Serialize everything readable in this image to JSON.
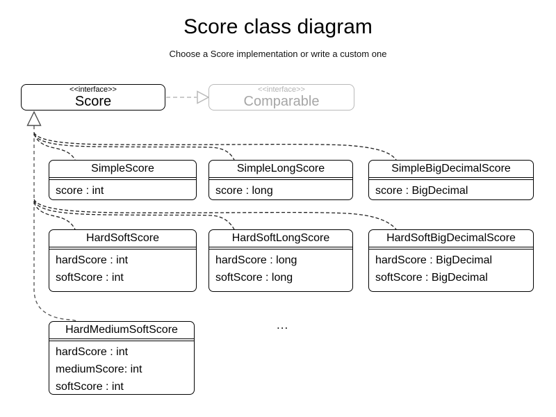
{
  "header": {
    "title": "Score class diagram",
    "subtitle": "Choose a Score implementation or write a custom one"
  },
  "interfaces": {
    "score": {
      "stereotype": "<<interface>>",
      "name": "Score"
    },
    "comparable": {
      "stereotype": "<<interface>>",
      "name": "Comparable"
    }
  },
  "classes": [
    {
      "name": "SimpleScore",
      "attributes": [
        "score : int"
      ]
    },
    {
      "name": "SimpleLongScore",
      "attributes": [
        "score : long"
      ]
    },
    {
      "name": "SimpleBigDecimalScore",
      "attributes": [
        "score : BigDecimal"
      ]
    },
    {
      "name": "HardSoftScore",
      "attributes": [
        "hardScore : int",
        "softScore : int"
      ]
    },
    {
      "name": "HardSoftLongScore",
      "attributes": [
        "hardScore : long",
        "softScore : long"
      ]
    },
    {
      "name": "HardSoftBigDecimalScore",
      "attributes": [
        "hardScore : BigDecimal",
        "softScore : BigDecimal"
      ]
    },
    {
      "name": "HardMediumSoftScore",
      "attributes": [
        "hardScore : int",
        "mediumScore: int",
        "softScore : int"
      ]
    }
  ],
  "ellipsis": "...",
  "colors": {
    "class_border": "#000000",
    "muted_interface": "#a6a6a6",
    "muted_border": "#b9b9b9",
    "connector": "#1f1f1f",
    "inheritance_line": "#5a5a5a"
  }
}
